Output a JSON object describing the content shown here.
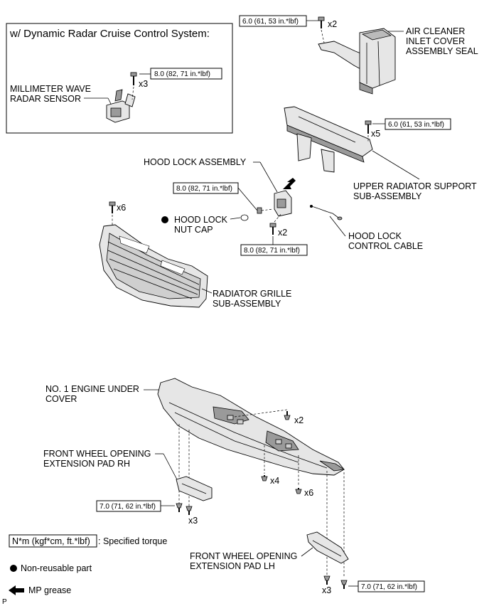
{
  "inset": {
    "title": "w/ Dynamic Radar Cruise Control System:",
    "sensor_label": [
      "MILLIMETER WAVE",
      "RADAR SENSOR"
    ],
    "torque": "8.0 (82, 71 in.*lbf)",
    "qty": "x3"
  },
  "air_cleaner": {
    "label": [
      "AIR CLEANER",
      "INLET COVER",
      "ASSEMBLY SEAL"
    ],
    "torque": "6.0 (61, 53 in.*lbf)",
    "qty": "x2"
  },
  "upper_support": {
    "label": [
      "UPPER RADIATOR SUPPORT",
      "SUB-ASSEMBLY"
    ],
    "torque": "6.0 (61, 53 in.*lbf)",
    "qty": "x5"
  },
  "hood_lock": {
    "label": "HOOD LOCK ASSEMBLY",
    "torque_top": "8.0 (82, 71 in.*lbf)",
    "torque_bottom": "8.0 (82, 71 in.*lbf)",
    "qty": "x2"
  },
  "hood_nut_cap": {
    "label": [
      "HOOD LOCK",
      "NUT CAP"
    ]
  },
  "hood_cable": {
    "label": [
      "HOOD LOCK",
      "CONTROL CABLE"
    ]
  },
  "grille": {
    "label": [
      "RADIATOR GRILLE",
      "SUB-ASSEMBLY"
    ],
    "qty": "x6"
  },
  "under_cover": {
    "label": [
      "NO. 1 ENGINE UNDER",
      "COVER"
    ],
    "qty_a": "x2",
    "qty_b": "x4",
    "qty_c": "x6"
  },
  "pad_rh": {
    "label": [
      "FRONT WHEEL OPENING",
      "EXTENSION PAD RH"
    ],
    "torque": "7.0 (71, 62 in.*lbf)",
    "qty": "x3"
  },
  "pad_lh": {
    "label": [
      "FRONT WHEEL OPENING",
      "EXTENSION PAD LH"
    ],
    "torque": "7.0 (71, 62 in.*lbf)",
    "qty": "x3"
  },
  "legend": {
    "torque_unit": "N*m (kgf*cm, ft.*lbf)",
    "torque_text": ": Specified torque",
    "nonreusable": "Non-reusable part",
    "grease": "MP grease"
  },
  "corner_mark": "P"
}
